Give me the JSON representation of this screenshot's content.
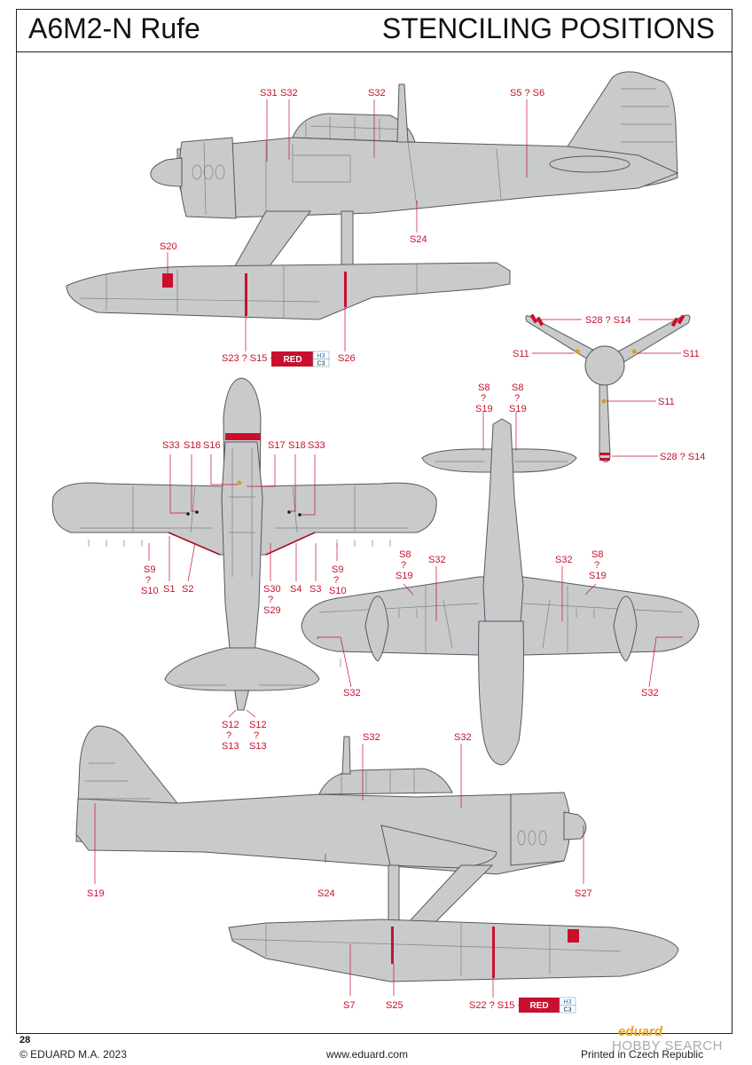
{
  "header": {
    "model": "A6M2-N Rufe",
    "section": "STENCILING POSITIONS"
  },
  "colors": {
    "aircraft_gray": "#c9cacb",
    "panel_line": "#6b6d70",
    "stencil_red": "#c8102e",
    "label_red": "#c8102e"
  },
  "chips": {
    "red_label": "RED",
    "h3": "H3",
    "c3": "C3"
  },
  "labels": {
    "side_top": [
      "S31",
      "S32",
      "S32",
      "S5 ? S6",
      "S20",
      "S24",
      "S23 ? S15 +",
      "S26"
    ],
    "prop": [
      "S28 ? S14",
      "S11",
      "S11",
      "S11",
      "S28 ? S14"
    ],
    "top_view": [
      "S33",
      "S18",
      "S16",
      "S17",
      "S18",
      "S33",
      "S9",
      "?",
      "S10",
      "S1",
      "S2",
      "S30",
      "?",
      "S29",
      "S4",
      "S3",
      "S9",
      "?",
      "S10",
      "S12",
      "?",
      "S13",
      "S12",
      "?",
      "S13"
    ],
    "bottom_view": [
      "S8",
      "?",
      "S19",
      "S8",
      "?",
      "S19",
      "S8",
      "?",
      "S19",
      "S32",
      "S32",
      "S8",
      "?",
      "S19",
      "S32",
      "S32"
    ],
    "side_bottom": [
      "S32",
      "S32",
      "S19",
      "S24",
      "S27",
      "S7",
      "S25",
      "S22 ? S15 +"
    ]
  },
  "footer": {
    "page": "28",
    "copyright": "© EDUARD M.A. 2023",
    "website": "www.eduard.com",
    "printed": "Printed in Czech Republic",
    "brand": "eduard",
    "watermark": "HOBBY SEARCH"
  }
}
